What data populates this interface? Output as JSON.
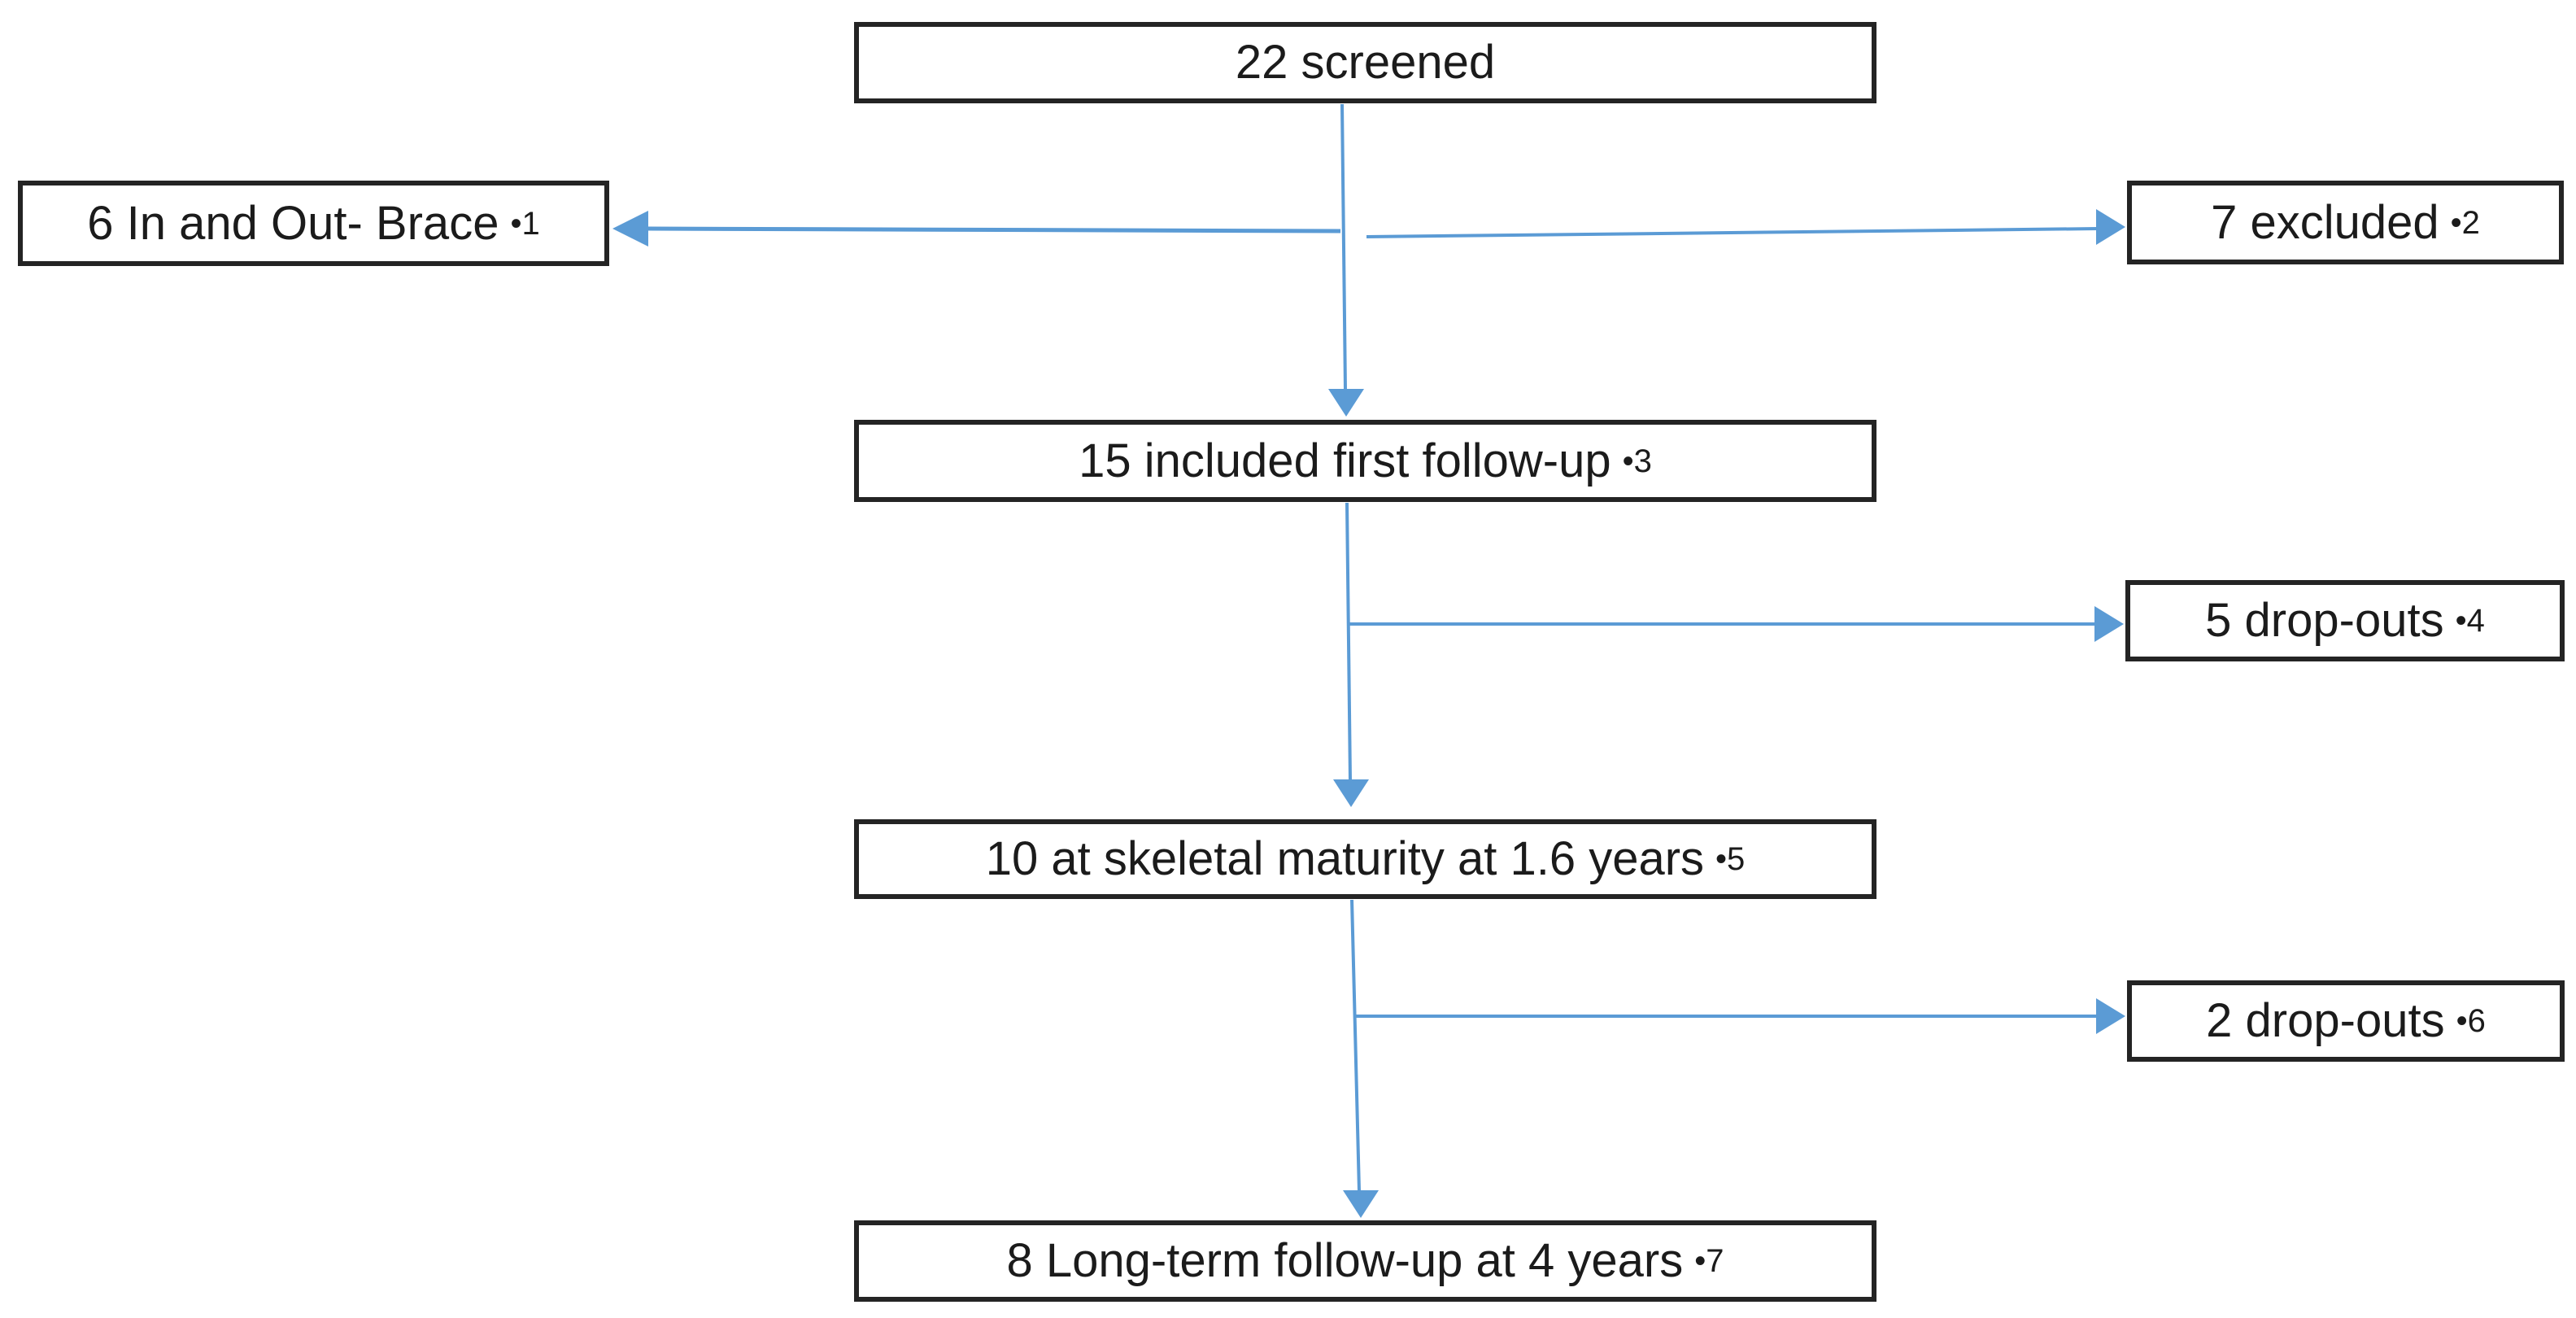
{
  "diagram": {
    "type": "flowchart",
    "colors": {
      "accent": "#5b9bd5",
      "box_border": "#242424",
      "text": "#1b1b1b",
      "background": "#ffffff"
    },
    "nodes": [
      {
        "id": "screened",
        "label": "22 screened",
        "marker": ""
      },
      {
        "id": "in-and-out-brace",
        "label": "6 In and Out- Brace",
        "marker": "•1"
      },
      {
        "id": "excluded",
        "label": "7 excluded",
        "marker": "•2"
      },
      {
        "id": "first-follow-up",
        "label": "15 included first follow-up",
        "marker": "•3"
      },
      {
        "id": "drop-outs-1",
        "label": "5 drop-outs",
        "marker": "•4"
      },
      {
        "id": "skeletal-maturity",
        "label": "10 at skeletal maturity at 1.6 years",
        "marker": "•5"
      },
      {
        "id": "drop-outs-2",
        "label": "2 drop-outs",
        "marker": "•6"
      },
      {
        "id": "long-term",
        "label": "8 Long-term follow-up at 4 years",
        "marker": "•7"
      }
    ],
    "edges": [
      {
        "from": "screened",
        "to": "in-and-out-brace"
      },
      {
        "from": "screened",
        "to": "excluded"
      },
      {
        "from": "screened",
        "to": "first-follow-up"
      },
      {
        "from": "first-follow-up",
        "to": "drop-outs-1"
      },
      {
        "from": "first-follow-up",
        "to": "skeletal-maturity"
      },
      {
        "from": "skeletal-maturity",
        "to": "drop-outs-2"
      },
      {
        "from": "skeletal-maturity",
        "to": "long-term"
      }
    ]
  }
}
